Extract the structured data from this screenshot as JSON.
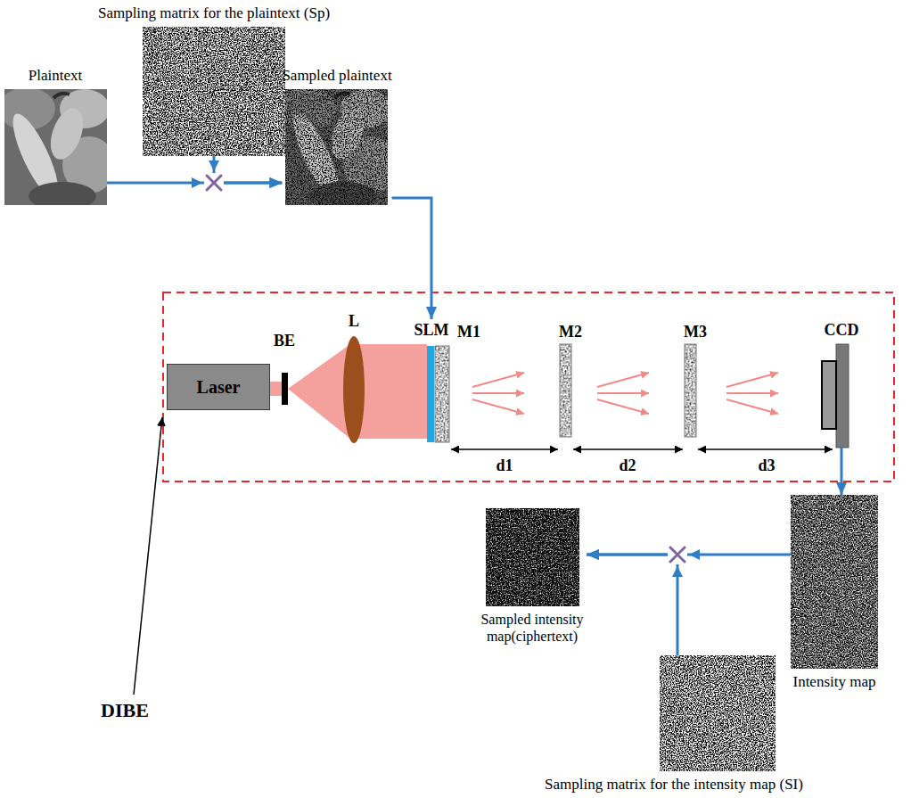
{
  "diagram": {
    "nodes": [
      {
        "text": [
          "Sampling matrix for the plaintext (Sp)"
        ]
      },
      {
        "text": [
          "Plaintext"
        ]
      },
      {
        "text": [
          "Sampled plaintext"
        ]
      },
      {
        "text": [
          "Laser"
        ]
      },
      {
        "text": [
          "SLM"
        ]
      },
      {
        "text": [
          "CCD"
        ]
      },
      {
        "text": [
          "Intensity map"
        ]
      },
      {
        "text": [
          "Sampled intensity map(ciphertext)"
        ]
      },
      {
        "text": [
          "Sampling matrix for the intensity map (SI)"
        ]
      }
    ],
    "edges": [
      {
        "from": 1,
        "to": 2,
        "arrow": "to"
      },
      {
        "from": 0,
        "to": 2,
        "arrow": "to"
      },
      {
        "from": 2,
        "to": 4,
        "arrow": "to"
      },
      {
        "from": 5,
        "to": 6,
        "arrow": "to"
      },
      {
        "from": 6,
        "to": 7,
        "arrow": "to"
      },
      {
        "from": 8,
        "to": 7,
        "arrow": "to"
      }
    ],
    "labels": [
      "BE",
      "L",
      "M1",
      "M2",
      "M3",
      "d1",
      "d2",
      "d3",
      "DIBE"
    ]
  }
}
